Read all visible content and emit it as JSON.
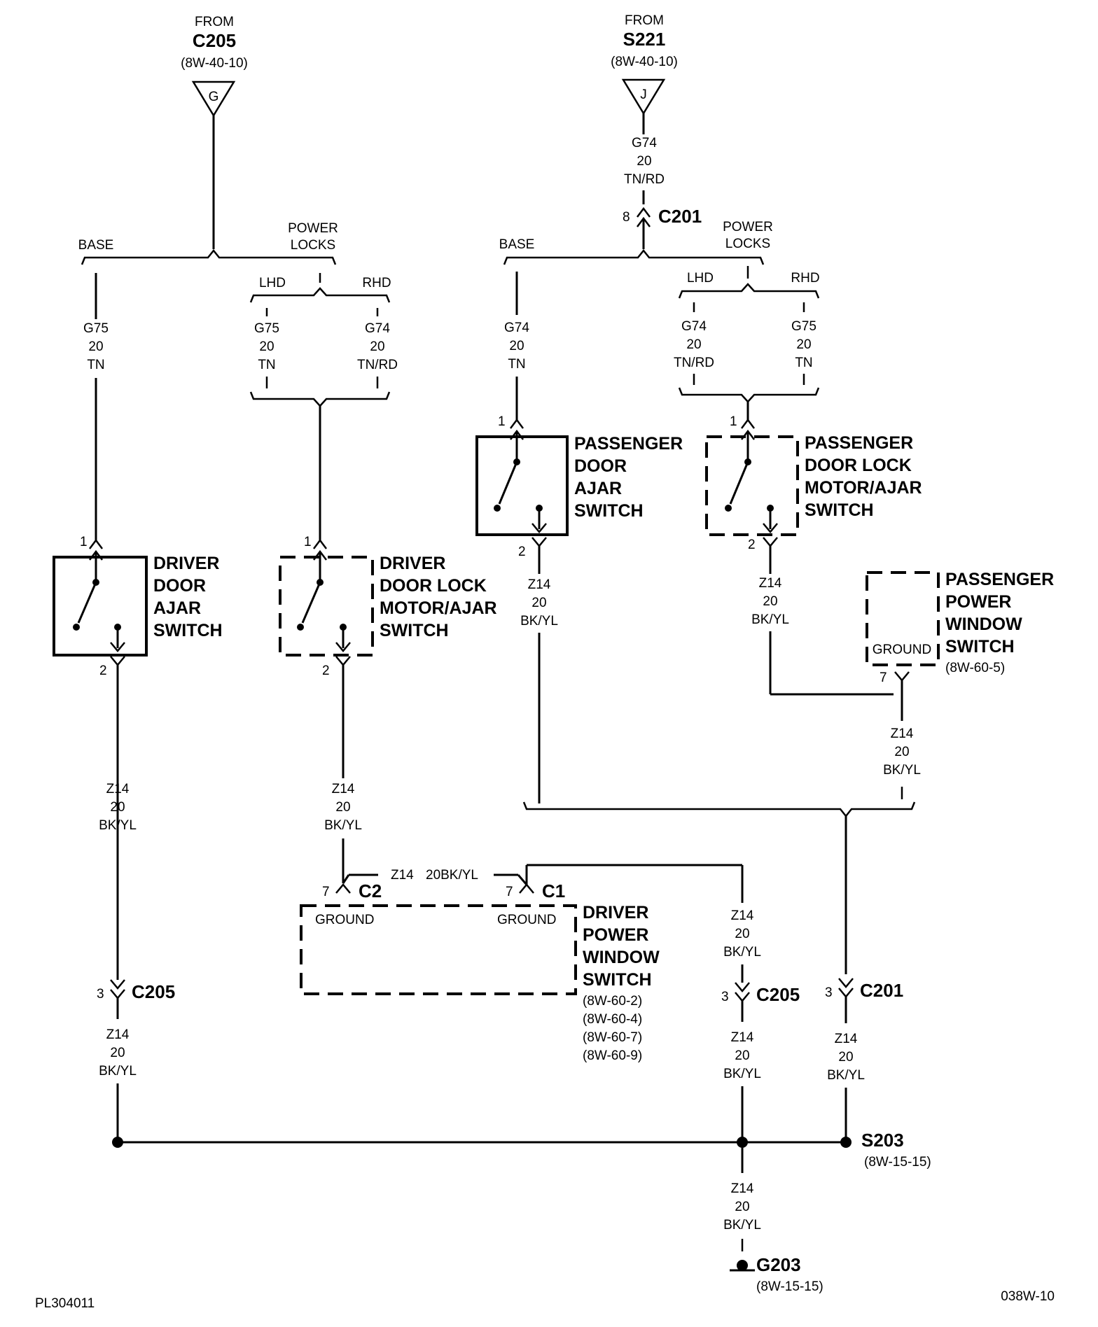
{
  "inputs": {
    "left": {
      "from": "FROM",
      "connector": "C205",
      "ref": "(8W-40-10)",
      "terminal": "G"
    },
    "right": {
      "from": "FROM",
      "connector": "S221",
      "ref": "(8W-40-10)",
      "terminal": "J",
      "wire": [
        "G74",
        "20",
        "TN/RD"
      ],
      "pin": "8",
      "inline": "C201"
    }
  },
  "branches": {
    "base": "BASE",
    "power_locks": [
      "POWER",
      "LOCKS"
    ],
    "lhd": "LHD",
    "rhd": "RHD"
  },
  "wires": {
    "g75_tn": [
      "G75",
      "20",
      "TN"
    ],
    "g74_tn": [
      "G74",
      "20",
      "TN"
    ],
    "g74_tnrd": [
      "G74",
      "20",
      "TN/RD"
    ],
    "z14": [
      "Z14",
      "20",
      "BK/YL"
    ],
    "z14_h1": "Z14",
    "z14_h2": "20BK/YL"
  },
  "components": {
    "driver_ajar": [
      "DRIVER",
      "DOOR",
      "AJAR",
      "SWITCH"
    ],
    "driver_lock": [
      "DRIVER",
      "DOOR LOCK",
      "MOTOR/AJAR",
      "SWITCH"
    ],
    "pass_ajar": [
      "PASSENGER",
      "DOOR",
      "AJAR",
      "SWITCH"
    ],
    "pass_lock": [
      "PASSENGER",
      "DOOR LOCK",
      "MOTOR/AJAR",
      "SWITCH"
    ],
    "pass_window": [
      "PASSENGER",
      "POWER",
      "WINDOW",
      "SWITCH"
    ],
    "pass_window_ref": "(8W-60-5)",
    "driver_window": [
      "DRIVER",
      "POWER",
      "WINDOW",
      "SWITCH"
    ],
    "driver_window_refs": [
      "(8W-60-2)",
      "(8W-60-4)",
      "(8W-60-7)",
      "(8W-60-9)"
    ],
    "ground": "GROUND"
  },
  "pins": {
    "one": "1",
    "two": "2",
    "three": "3",
    "seven": "7"
  },
  "connectors": {
    "c205": "C205",
    "c201": "C201",
    "c1": "C1",
    "c2": "C2"
  },
  "splice": {
    "name": "S203",
    "ref": "(8W-15-15)"
  },
  "ground": {
    "name": "G203",
    "ref": "(8W-15-15)"
  },
  "footer": {
    "left": "PL304011",
    "right": "038W-10"
  }
}
